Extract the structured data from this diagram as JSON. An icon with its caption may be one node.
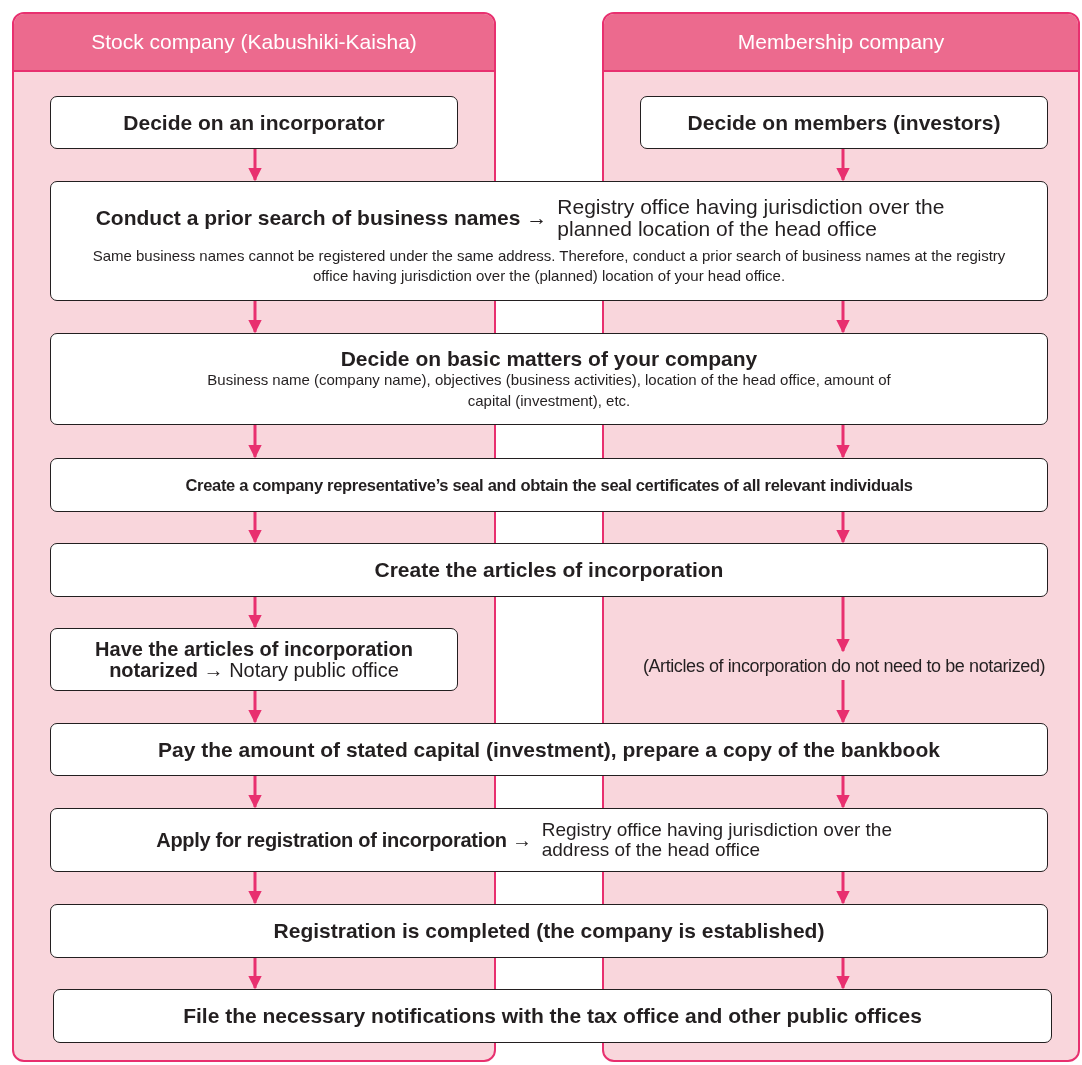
{
  "diagram": {
    "nodes": [
      {
        "text": [
          "Stock company (Kabushiki-Kaisha)"
        ]
      },
      {
        "text": [
          "Membership company"
        ]
      },
      {
        "text": [
          "Decide on an incorporator"
        ],
        "in": 0
      },
      {
        "text": [
          "Decide on members (investors)"
        ],
        "in": 1
      },
      {
        "text": [
          "Conduct a prior search of business names →",
          "Registry office having jurisdiction over the planned location of the head office",
          "Same business names cannot be registered under the same address. Therefore, conduct a prior search of business names at the registry office having jurisdiction over the (planned) location of your head office."
        ]
      },
      {
        "text": [
          "Decide on basic matters of your company",
          "Business name (company name), objectives (business activities), location of the head office, amount of capital (investment), etc."
        ]
      },
      {
        "text": [
          "Create a company representative’s seal and obtain the seal certificates of all relevant individuals"
        ]
      },
      {
        "text": [
          "Create the articles of incorporation"
        ]
      },
      {
        "text": [
          "**Have the articles of incorporation notarized** → Notary public office"
        ],
        "in": 0
      },
      {
        "text": [
          "(Articles of incorporation do not need to be notarized)"
        ],
        "in": 1
      },
      {
        "text": [
          "Pay the amount of stated capital (investment), prepare a copy of the bankbook"
        ]
      },
      {
        "text": [
          "Apply for registration of incorporation →",
          "Registry office having jurisdiction over the address of the head office"
        ]
      },
      {
        "text": [
          "Registration is completed (the company is established)"
        ]
      },
      {
        "text": [
          "File the necessary notifications with the tax office and other public offices"
        ]
      }
    ],
    "edges": [
      {
        "from": 2,
        "to": 4,
        "arrow": "to"
      },
      {
        "from": 3,
        "to": 4,
        "arrow": "to"
      },
      {
        "from": 4,
        "to": 5,
        "arrow": "to"
      },
      {
        "from": 4,
        "to": 5,
        "arrow": "to"
      },
      {
        "from": 5,
        "to": 6,
        "arrow": "to"
      },
      {
        "from": 5,
        "to": 6,
        "arrow": "to"
      },
      {
        "from": 6,
        "to": 7,
        "arrow": "to"
      },
      {
        "from": 6,
        "to": 7,
        "arrow": "to"
      },
      {
        "from": 7,
        "to": 8,
        "arrow": "to"
      },
      {
        "from": 7,
        "to": 9,
        "arrow": "to"
      },
      {
        "from": 8,
        "to": 10,
        "arrow": "to"
      },
      {
        "from": 9,
        "to": 10,
        "arrow": "to"
      },
      {
        "from": 10,
        "to": 11,
        "arrow": "to"
      },
      {
        "from": 10,
        "to": 11,
        "arrow": "to"
      },
      {
        "from": 11,
        "to": 12,
        "arrow": "to"
      },
      {
        "from": 11,
        "to": 12,
        "arrow": "to"
      },
      {
        "from": 12,
        "to": 13,
        "arrow": "to"
      },
      {
        "from": 12,
        "to": 13,
        "arrow": "to"
      }
    ]
  }
}
